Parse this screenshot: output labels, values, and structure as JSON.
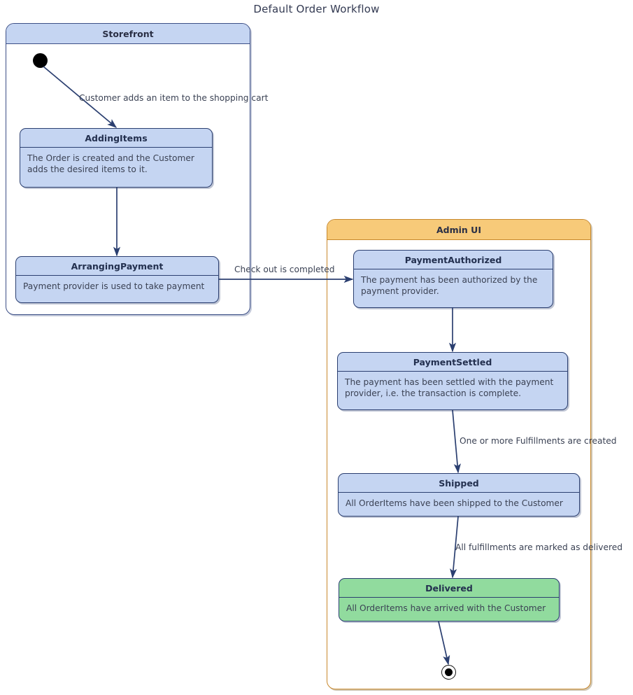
{
  "diagram": {
    "title": "Default Order Workflow",
    "type": "uml-state-machine",
    "colors": {
      "state_fill_blue": "#c5d5f2",
      "state_fill_green": "#91db9e",
      "state_border": "#2b3f70",
      "storefront_header": "#c5d5f2",
      "storefront_border": "#3c4f86",
      "adminui_header": "#f7ca79",
      "adminui_border": "#c8882c",
      "edge_color": "#2b3f70",
      "text_color": "#3b4254"
    }
  },
  "containers": {
    "storefront": {
      "label": "Storefront"
    },
    "adminui": {
      "label": "Admin UI"
    }
  },
  "states": {
    "adding_items": {
      "name": "AddingItems",
      "description": "The Order is created and the Customer adds the desired items to it."
    },
    "arranging_payment": {
      "name": "ArrangingPayment",
      "description": "Payment provider is used to take payment"
    },
    "payment_authorized": {
      "name": "PaymentAuthorized",
      "description": "The payment has been authorized by the payment provider."
    },
    "payment_settled": {
      "name": "PaymentSettled",
      "description": "The payment has been settled with the payment provider, i.e. the transaction is complete."
    },
    "shipped": {
      "name": "Shipped",
      "description": "All OrderItems have been shipped to the Customer"
    },
    "delivered": {
      "name": "Delivered",
      "description": "All OrderItems have arrived with the Customer"
    }
  },
  "pseudostates": {
    "initial": {
      "name": "initial-state"
    },
    "final": {
      "name": "final-state"
    }
  },
  "transitions": {
    "t1": {
      "label": "Customer adds an item to the shopping cart"
    },
    "t2": {
      "label": ""
    },
    "t3": {
      "label": "Check out is completed"
    },
    "t4": {
      "label": ""
    },
    "t5": {
      "label": "One or more Fulfillments are created"
    },
    "t6": {
      "label": "All fulfillments are marked as delivered"
    },
    "t7": {
      "label": ""
    }
  }
}
